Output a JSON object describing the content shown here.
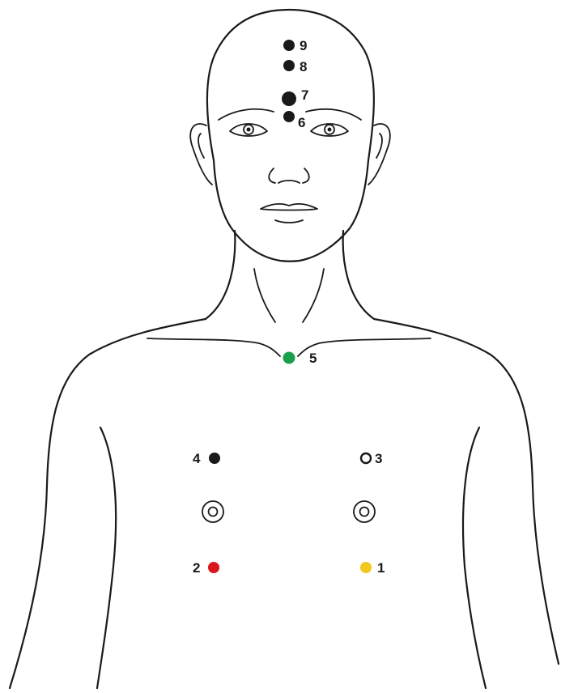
{
  "points": [
    {
      "label": "1",
      "color": "#f2c81e",
      "style": "filled"
    },
    {
      "label": "2",
      "color": "#d9161c",
      "style": "filled"
    },
    {
      "label": "3",
      "color": "#1a1a1a",
      "style": "hollow"
    },
    {
      "label": "4",
      "color": "#1a1a1a",
      "style": "filled"
    },
    {
      "label": "5",
      "color": "#1aa04a",
      "style": "filled"
    },
    {
      "label": "6",
      "color": "#1a1a1a",
      "style": "filled"
    },
    {
      "label": "7",
      "color": "#1a1a1a",
      "style": "filled"
    },
    {
      "label": "8",
      "color": "#1a1a1a",
      "style": "filled"
    },
    {
      "label": "9",
      "color": "#1a1a1a",
      "style": "filled"
    }
  ]
}
